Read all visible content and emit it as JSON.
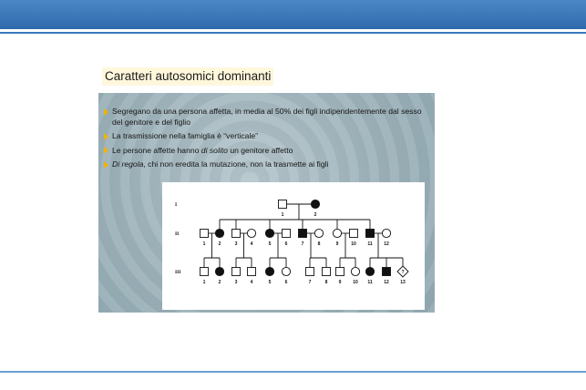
{
  "heading": "Caratteri autosomici dominanti",
  "bullets": [
    {
      "text": "Segregano da una persona affetta, in media al 50% dei figli indipendentemente dal sesso del genitore e del figlio"
    },
    {
      "text": "La trasmissione nella famiglia è “verticale”"
    },
    {
      "pre": "Le persone affette hanno ",
      "em": "di solito",
      "post": " un genitore affetto"
    },
    {
      "em": "Di regola",
      "post": ", chi non eredita la mutazione, non la trasmette ai figli"
    }
  ],
  "pedigree": {
    "generations": [
      "I",
      "II",
      "III"
    ],
    "gen1": [
      {
        "num": "1",
        "sex": "male",
        "affected": false
      },
      {
        "num": "2",
        "sex": "female",
        "affected": true
      }
    ],
    "gen2": [
      {
        "num": "1",
        "sex": "male",
        "affected": false
      },
      {
        "num": "2",
        "sex": "female",
        "affected": true
      },
      {
        "num": "3",
        "sex": "male",
        "affected": false
      },
      {
        "num": "4",
        "sex": "female",
        "affected": false
      },
      {
        "num": "5",
        "sex": "female",
        "affected": true
      },
      {
        "num": "6",
        "sex": "male",
        "affected": false
      },
      {
        "num": "7",
        "sex": "male",
        "affected": true
      },
      {
        "num": "8",
        "sex": "female",
        "affected": false
      },
      {
        "num": "9",
        "sex": "female",
        "affected": false
      },
      {
        "num": "10",
        "sex": "male",
        "affected": false
      },
      {
        "num": "11",
        "sex": "male",
        "affected": true
      },
      {
        "num": "12",
        "sex": "female",
        "affected": false
      }
    ],
    "gen3": [
      {
        "num": "1",
        "sex": "male",
        "affected": false
      },
      {
        "num": "2",
        "sex": "female",
        "affected": true
      },
      {
        "num": "3",
        "sex": "male",
        "affected": false
      },
      {
        "num": "4",
        "sex": "male",
        "affected": false
      },
      {
        "num": "5",
        "sex": "female",
        "affected": true
      },
      {
        "num": "6",
        "sex": "female",
        "affected": false
      },
      {
        "num": "7",
        "sex": "male",
        "affected": false
      },
      {
        "num": "8",
        "sex": "male",
        "affected": false
      },
      {
        "num": "9",
        "sex": "male",
        "affected": false
      },
      {
        "num": "10",
        "sex": "female",
        "affected": false
      },
      {
        "num": "11",
        "sex": "female",
        "affected": true
      },
      {
        "num": "12",
        "sex": "male",
        "affected": true
      },
      {
        "num": "13",
        "sex": "unknown",
        "affected": false,
        "mark": "?"
      }
    ]
  },
  "colors": {
    "title_bar": "#3a78bb",
    "bullet_arrow": "#f0b400",
    "heading_highlight": "#fff7dc"
  }
}
